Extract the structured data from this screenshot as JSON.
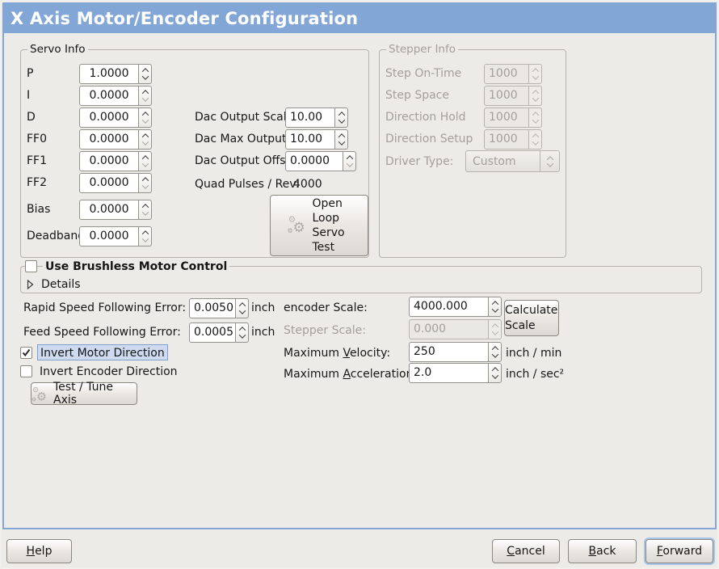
{
  "window": {
    "title": "X Axis Motor/Encoder Configuration"
  },
  "colors": {
    "titlebar": "#82a7d7",
    "bg": "#ecebe7",
    "focus": "#a6c3e9",
    "hl_bg": "#cddaf0",
    "hl_border": "#7f9fcc"
  },
  "icons": {
    "gears": "⚙"
  },
  "servo_info": {
    "title": "Servo Info",
    "fields": [
      {
        "label": "P",
        "value": "1.0000"
      },
      {
        "label": "I",
        "value": "0.0000"
      },
      {
        "label": "D",
        "value": "0.0000"
      },
      {
        "label": "FF0",
        "value": "0.0000"
      },
      {
        "label": "FF1",
        "value": "0.0000"
      },
      {
        "label": "FF2",
        "value": "0.0000"
      },
      {
        "label": "Bias",
        "value": "0.0000"
      },
      {
        "label": "Deadband",
        "value": "0.0000"
      }
    ]
  },
  "dac": {
    "rows": [
      {
        "label": "Dac Output Scale:",
        "value": "10.00"
      },
      {
        "label": "Dac Max Output:",
        "value": "10.00"
      },
      {
        "label": "Dac Output Offset:",
        "value": "0.0000"
      }
    ],
    "quad": {
      "label": "Quad Pulses / Rev:",
      "value": "4000"
    }
  },
  "open_loop_button": {
    "label": "Open Loop Servo Test"
  },
  "stepper_info": {
    "title": "Stepper Info",
    "fields": [
      {
        "label": "Step On-Time",
        "value": "1000"
      },
      {
        "label": "Step Space",
        "value": "1000"
      },
      {
        "label": "Direction Hold",
        "value": "1000"
      },
      {
        "label": "Direction Setup",
        "value": "1000"
      }
    ],
    "driver_type": {
      "label": "Driver Type:",
      "value": "Custom"
    }
  },
  "brushless": {
    "label": "Use Brushless Motor Control",
    "details": "Details"
  },
  "errors": {
    "rapid": {
      "label": "Rapid Speed Following Error:",
      "value": "0.0050",
      "unit": "inch"
    },
    "feed": {
      "label": "Feed Speed Following Error:",
      "value": "0.0005",
      "unit": "inch"
    }
  },
  "invert": {
    "motor": {
      "label": "Invert Motor Direction"
    },
    "encoder": {
      "label": "Invert Encoder Direction"
    }
  },
  "test_tune_button": {
    "label": "Test / Tune Axis"
  },
  "scale": {
    "encoder": {
      "label": "encoder Scale:",
      "value": "4000.000"
    },
    "stepper": {
      "label": "Stepper Scale:",
      "value": "0.000"
    },
    "velocity": {
      "label": "Maximum _Velocity:",
      "value": "250",
      "unit": "inch / min"
    },
    "acceleration": {
      "label": "Maximum _Acceleration:",
      "value": "2.0",
      "unit": "inch / sec²"
    }
  },
  "calculate_button": {
    "label": "Calculate Scale"
  },
  "footer": {
    "help": "_Help",
    "cancel": "_Cancel",
    "back": "_Back",
    "forward": "_Forward"
  }
}
